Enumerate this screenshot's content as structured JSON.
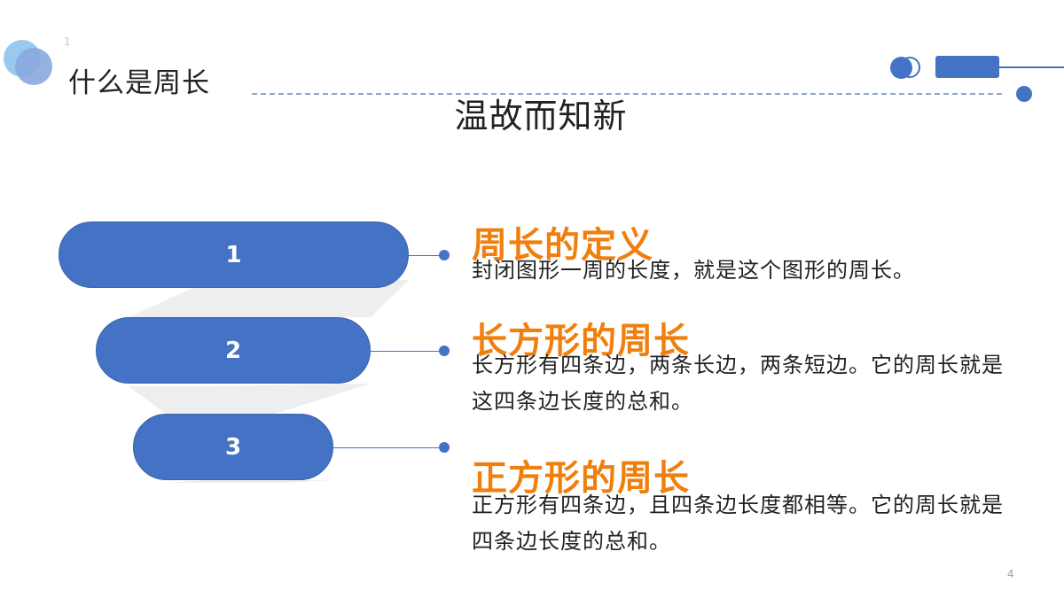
{
  "header": {
    "slide_index": "1",
    "title": "什么是周长"
  },
  "main_title": "温故而知新",
  "items": [
    {
      "number": "1",
      "heading": "周长的定义",
      "body": "封闭图形一周的长度，就是这个图形的周长。"
    },
    {
      "number": "2",
      "heading": "长方形的周长",
      "body": "长方形有四条边，两条长边，两条短边。它的周长就是这四条边长度的总和。"
    },
    {
      "number": "3",
      "heading": "正方形的周长",
      "body": "正方形有四条边，且四条边长度都相等。它的周长就是四条边长度的总和。"
    }
  ],
  "page_number": "4",
  "colors": {
    "accent_blue": "#4472c4",
    "heading_orange": "#f07f0d",
    "text_dark": "#222222"
  }
}
